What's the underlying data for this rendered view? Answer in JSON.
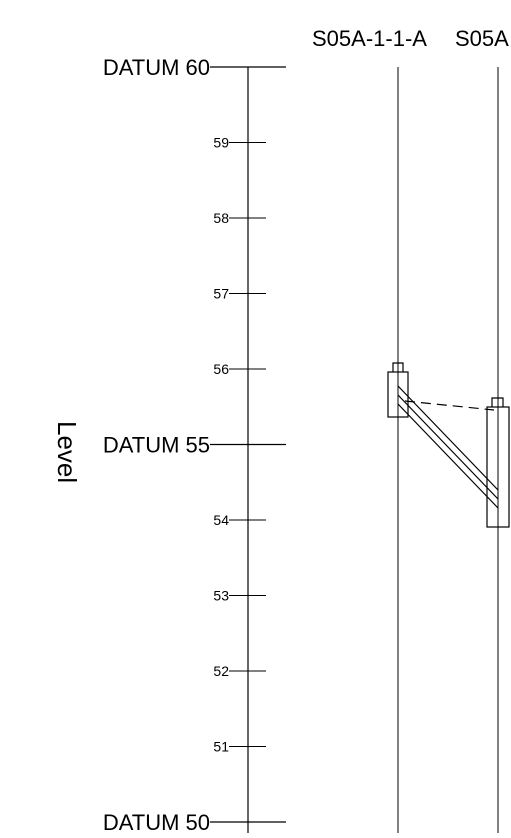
{
  "axis": {
    "label": "Level",
    "min": 50,
    "max": 60,
    "datums": [
      {
        "label": "DATUM 60",
        "value": 60
      },
      {
        "label": "DATUM 55",
        "value": 55
      },
      {
        "label": "DATUM 50",
        "value": 50
      }
    ],
    "ticks": [
      {
        "label": "59",
        "value": 59
      },
      {
        "label": "58",
        "value": 58
      },
      {
        "label": "57",
        "value": 57
      },
      {
        "label": "56",
        "value": 56
      },
      {
        "label": "54",
        "value": 54
      },
      {
        "label": "53",
        "value": 53
      },
      {
        "label": "52",
        "value": 52
      },
      {
        "label": "51",
        "value": 51
      }
    ]
  },
  "columns": [
    {
      "label": "S05A-1-1-A"
    },
    {
      "label": "S05A"
    }
  ],
  "line_color": "#000000",
  "background": "#ffffff"
}
